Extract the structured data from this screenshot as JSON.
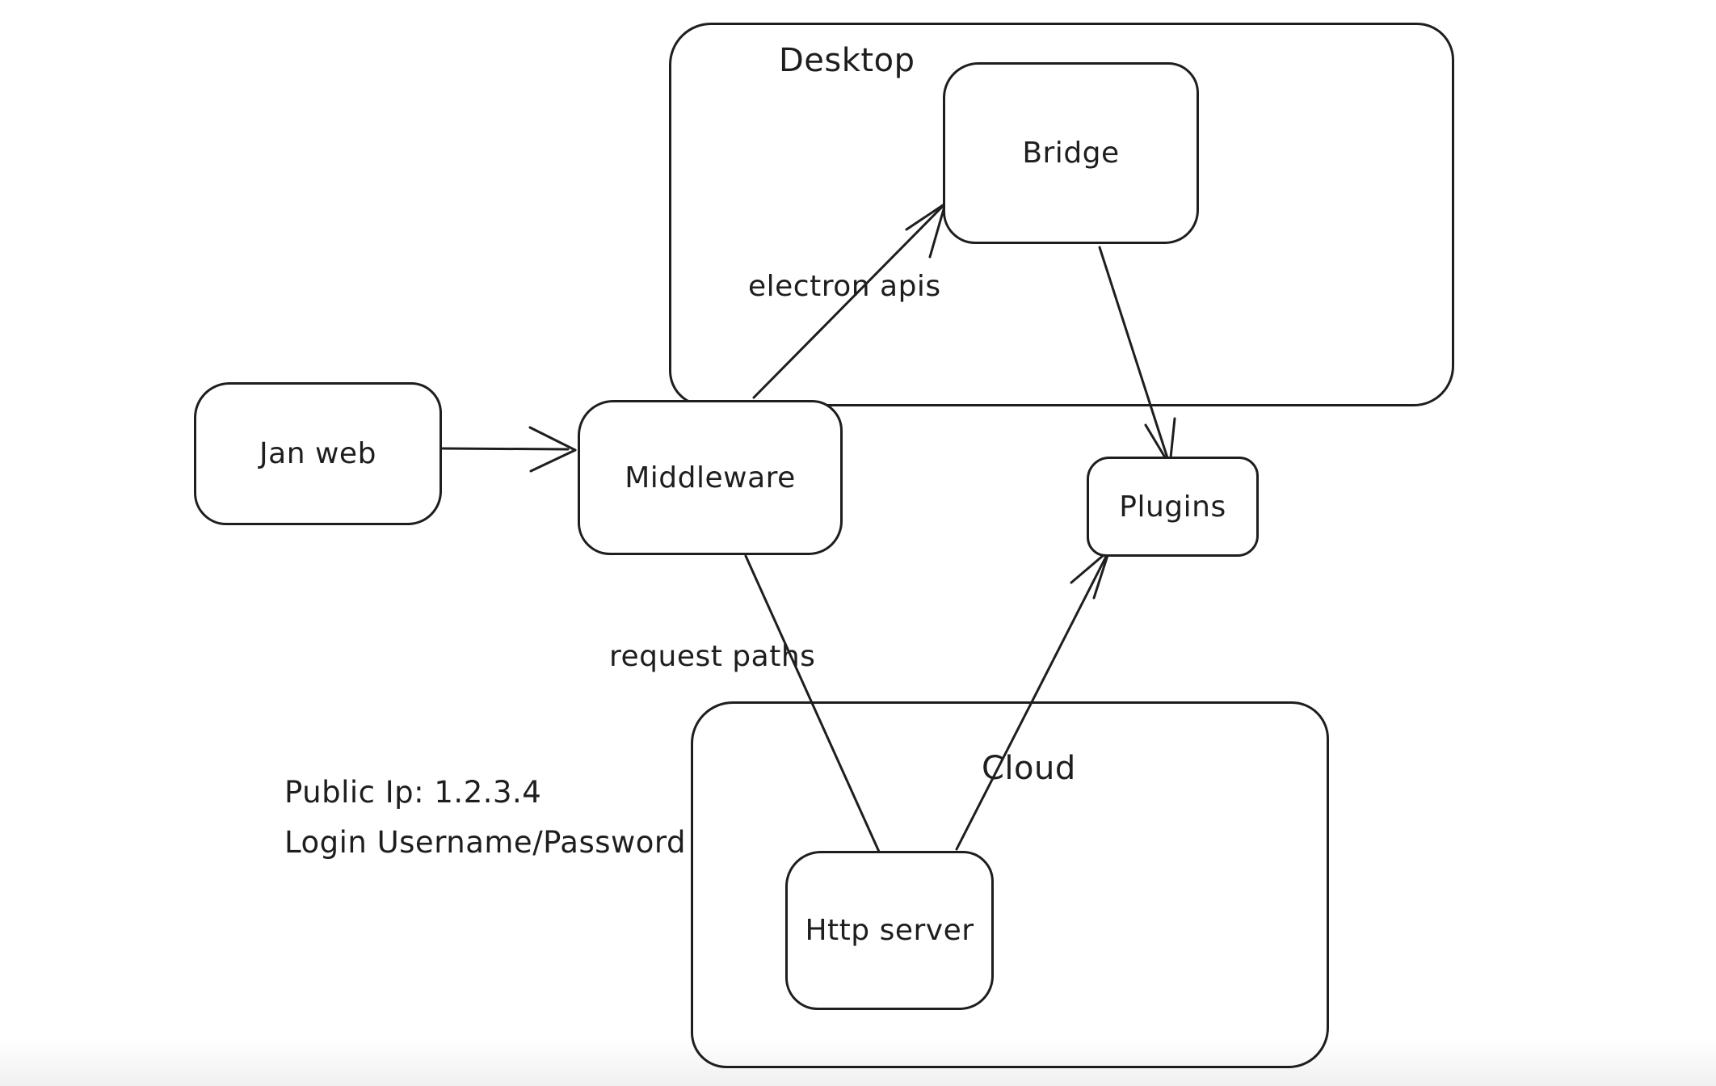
{
  "diagram": {
    "background": "#ffffff",
    "stroke_color": "#1e1e1e",
    "containers": {
      "desktop": {
        "label": "Desktop"
      },
      "cloud": {
        "label": "Cloud"
      }
    },
    "nodes": {
      "jan_web": {
        "label": "Jan web"
      },
      "middleware": {
        "label": "Middleware"
      },
      "bridge": {
        "label": "Bridge"
      },
      "plugins": {
        "label": "Plugins"
      },
      "http_server": {
        "label": "Http server"
      }
    },
    "edge_labels": {
      "electron_apis": "electron apis",
      "request_paths": "request paths"
    },
    "annotation": {
      "line1": "Public Ip: 1.2.3.4",
      "line2": "Login Username/Password"
    },
    "edges": [
      {
        "from": "Jan web",
        "to": "Middleware",
        "label": "",
        "arrowhead": "end"
      },
      {
        "from": "Middleware",
        "to": "Bridge",
        "label": "electron apis",
        "arrowhead": "end"
      },
      {
        "from": "Bridge",
        "to": "Plugins",
        "label": "",
        "arrowhead": "end"
      },
      {
        "from": "Middleware",
        "to": "Http server",
        "label": "request paths",
        "arrowhead": "none"
      },
      {
        "from": "Http server",
        "to": "Plugins",
        "label": "",
        "arrowhead": "end"
      }
    ]
  }
}
